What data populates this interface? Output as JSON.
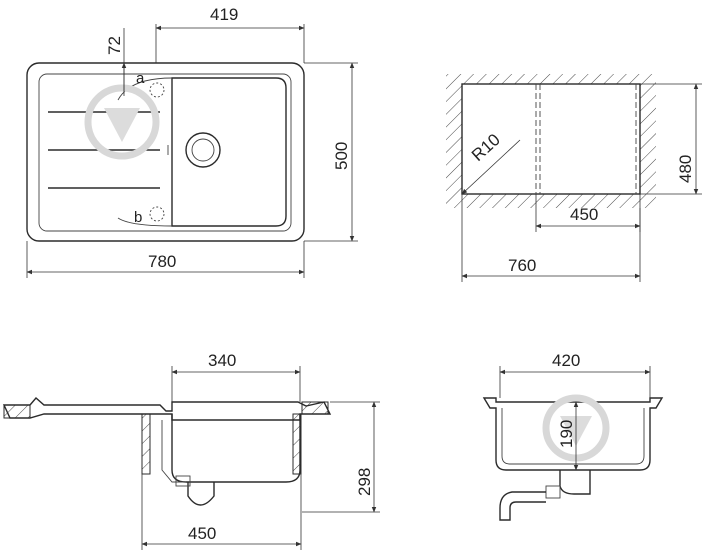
{
  "top_view": {
    "dim_width": "780",
    "dim_height": "500",
    "dim_bowl_offset": "419",
    "dim_corner": "72",
    "label_a": "a",
    "label_b": "b"
  },
  "cutout": {
    "dim_height": "480",
    "dim_width": "760",
    "dim_inner": "450",
    "radius_label": "R10"
  },
  "side_view": {
    "dim_top": "340",
    "dim_bottom": "450",
    "dim_height": "298"
  },
  "section_view": {
    "dim_width": "420",
    "dim_depth": "190"
  },
  "colors": {
    "line": "#2b2b2b",
    "watermark": "#d8d8d8"
  }
}
